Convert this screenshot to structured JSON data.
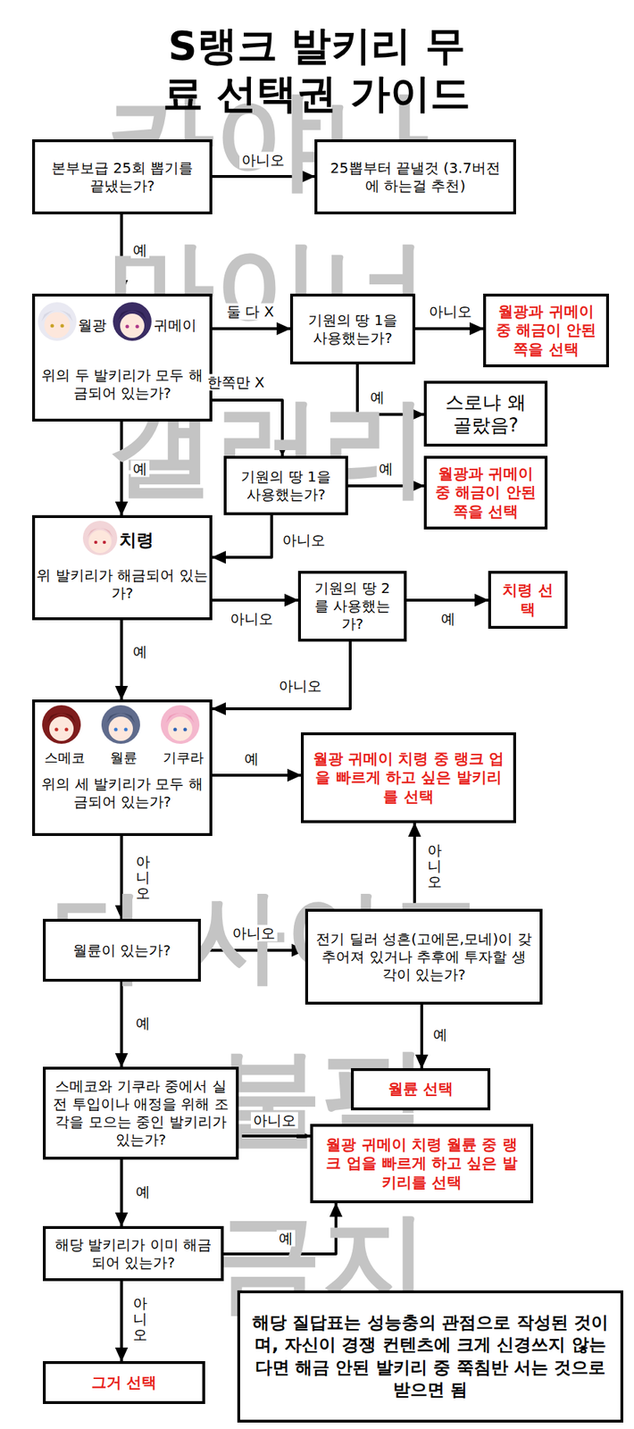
{
  "diagram": {
    "title": "S랭크 발키리 무료 선택권 가이드",
    "nodes": [
      {
        "text": [
          "본부보급 25회 뽑기를 끝냈는가?"
        ]
      },
      {
        "text": [
          "25뽑부터 끝낼것 (3.7버전에 하는걸 추천)"
        ]
      },
      {
        "text": [
          "월광",
          "귀메이",
          "위의 두 발키리가 모두 해금되어 있는가?"
        ]
      },
      {
        "text": [
          "기원의 땅 1을 사용했는가?"
        ]
      },
      {
        "text": [
          "월광과 귀메이 중 해금이 안된 쪽을 선택"
        ]
      },
      {
        "text": [
          "스로냐 왜 골랐음?"
        ]
      },
      {
        "text": [
          "기원의 땅 1을 사용했는가?"
        ]
      },
      {
        "text": [
          "월광과 귀메이 중 해금이 안된 쪽을 선택"
        ]
      },
      {
        "text": [
          "치령",
          "위 발키리가 해금되어 있는가?"
        ]
      },
      {
        "text": [
          "기원의 땅 2를 사용했는가?"
        ]
      },
      {
        "text": [
          "치령 선택"
        ]
      },
      {
        "text": [
          "스메코",
          "월륜",
          "기쿠라",
          "위의 세 발키리가 모두 해금되어 있는가?"
        ]
      },
      {
        "text": [
          "월광 귀메이 치령 중 랭크 업을 빠르게 하고 싶은 발키리를 선택"
        ]
      },
      {
        "text": [
          "월륜이 있는가?"
        ]
      },
      {
        "text": [
          "전기 딜러 성흔(고에몬,모네)이 갖추어져 있거나 추후에 투자할 생각이 있는가?"
        ]
      },
      {
        "text": [
          "월륜 선택"
        ]
      },
      {
        "text": [
          "스메코와 기쿠라 중에서 실전 투입이나 애정을 위해 조각을 모으는 중인 발키리가 있는가?"
        ]
      },
      {
        "text": [
          "월광 귀메이 치령 월륜 중 랭크 업을 빠르게 하고 싶은 발키리를 선택"
        ]
      },
      {
        "text": [
          "해당 발키리가 이미 해금되어 있는가?"
        ]
      },
      {
        "text": [
          "그거 선택"
        ]
      },
      {
        "text": [
          "해당 질답표는 성능충의 관점으로 작성된 것이며, 자신이 경쟁 컨텐츠에 크게 신경쓰지 않는다면 해금 안된 발키리 중 쭉침반 서는 것으로 받으면 됨"
        ]
      }
    ],
    "edges": [
      {
        "from": 0,
        "to": 1,
        "arrow": "to",
        "label": "아니오"
      },
      {
        "from": 0,
        "to": 2,
        "arrow": "to",
        "label": "예"
      },
      {
        "from": 2,
        "to": 3,
        "arrow": "to",
        "label": "둘 다 X"
      },
      {
        "from": 3,
        "to": 4,
        "arrow": "to",
        "label": "아니오"
      },
      {
        "from": 3,
        "to": 5,
        "arrow": "to",
        "label": "예"
      },
      {
        "from": 2,
        "to": 6,
        "arrow": "to",
        "label": "한쪽만 X"
      },
      {
        "from": 6,
        "to": 7,
        "arrow": "to",
        "label": "예"
      },
      {
        "from": 6,
        "to": 8,
        "arrow": "to",
        "label": "아니오"
      },
      {
        "from": 2,
        "to": 8,
        "arrow": "to",
        "label": "예"
      },
      {
        "from": 8,
        "to": 9,
        "arrow": "to",
        "label": "아니오"
      },
      {
        "from": 9,
        "to": 10,
        "arrow": "to",
        "label": "예"
      },
      {
        "from": 9,
        "to": 11,
        "arrow": "to",
        "label": "아니오"
      },
      {
        "from": 8,
        "to": 11,
        "arrow": "to",
        "label": "예"
      },
      {
        "from": 11,
        "to": 12,
        "arrow": "to",
        "label": "예"
      },
      {
        "from": 11,
        "to": 13,
        "arrow": "to",
        "label": "아니오"
      },
      {
        "from": 13,
        "to": 14,
        "arrow": "to",
        "label": "아니오"
      },
      {
        "from": 14,
        "to": 12,
        "arrow": "to",
        "label": "아니오"
      },
      {
        "from": 14,
        "to": 15,
        "arrow": "to",
        "label": "예"
      },
      {
        "from": 13,
        "to": 16,
        "arrow": "to",
        "label": "예"
      },
      {
        "from": 16,
        "to": 17,
        "arrow": "to",
        "label": "아니오"
      },
      {
        "from": 16,
        "to": 18,
        "arrow": "to",
        "label": "예"
      },
      {
        "from": 18,
        "to": 17,
        "arrow": "to",
        "label": "예"
      },
      {
        "from": 18,
        "to": 19,
        "arrow": "to",
        "label": "아니오"
      }
    ],
    "labels": [
      "카야나",
      "마이너",
      "갤러리",
      "타 사이트",
      "불펌",
      "금지"
    ]
  }
}
